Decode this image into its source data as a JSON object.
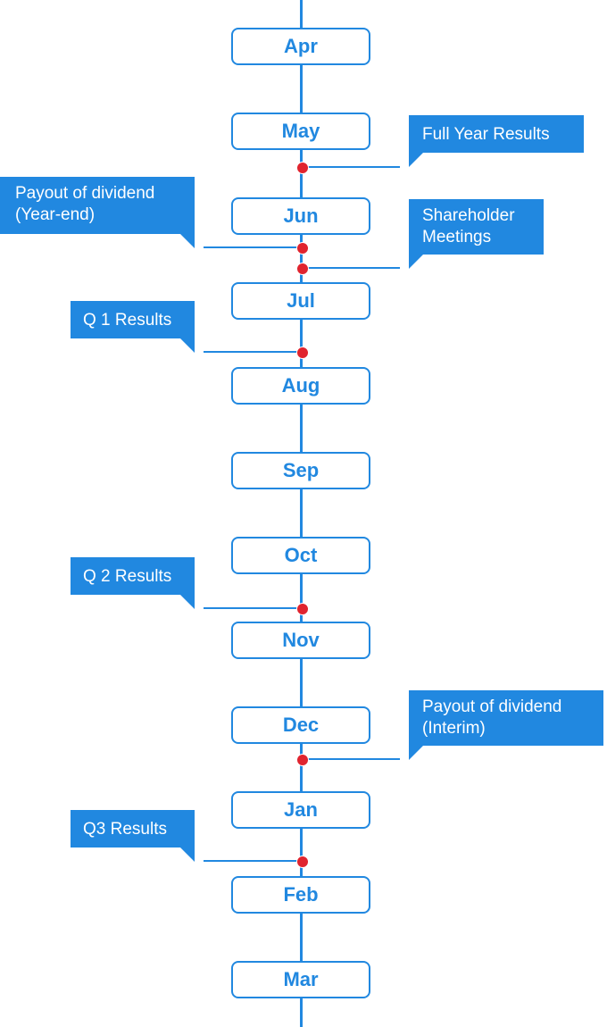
{
  "colors": {
    "line": "#2188e0",
    "dot": "#e0242f",
    "box_text": "#2188e0",
    "callout_bg": "#2188e0",
    "callout_text": "#ffffff"
  },
  "months": [
    "Apr",
    "May",
    "Jun",
    "Jul",
    "Aug",
    "Sep",
    "Oct",
    "Nov",
    "Dec",
    "Jan",
    "Feb",
    "Mar"
  ],
  "events": {
    "full_year_results": "Full Year Results",
    "payout_year_end": [
      "Payout of dividend",
      "(Year-end)"
    ],
    "shareholder_meetings": [
      "Shareholder",
      "Meetings"
    ],
    "q1_results": "Q 1 Results",
    "q2_results": "Q 2 Results",
    "payout_interim": [
      "Payout of dividend",
      "(Interim)"
    ],
    "q3_results": "Q3 Results"
  }
}
